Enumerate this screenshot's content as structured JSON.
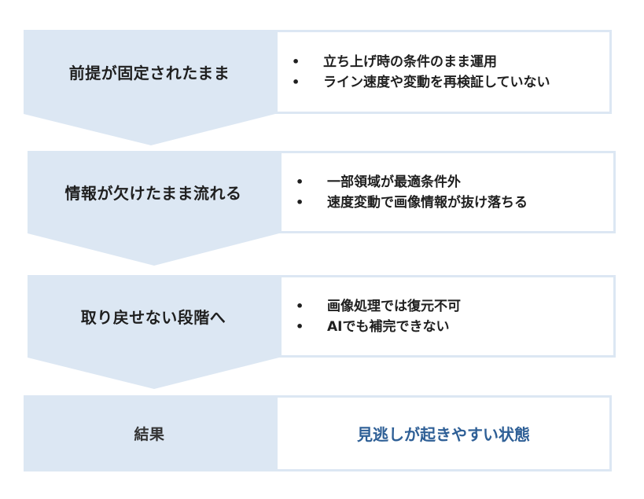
{
  "colors": {
    "panel_fill": "#dce7f3",
    "panel_border": "#dce7f3",
    "text": "#1f1f1f",
    "result_accent": "#2e5f96"
  },
  "steps": [
    {
      "title": "前提が固定されたまま",
      "bullets": [
        "立ち上げ時の条件のまま運用",
        "ライン速度や変動を再検証していない"
      ]
    },
    {
      "title": "情報が欠けたまま流れる",
      "bullets": [
        "一部領域が最適条件外",
        "速度変動で画像情報が抜け落ちる"
      ]
    },
    {
      "title": "取り戻せない段階へ",
      "bullets": [
        "画像処理では復元不可",
        "AIでも補完できない"
      ]
    }
  ],
  "result": {
    "label": "結果",
    "text": "見逃しが起きやすい状態"
  },
  "bullet_glyph": "•"
}
